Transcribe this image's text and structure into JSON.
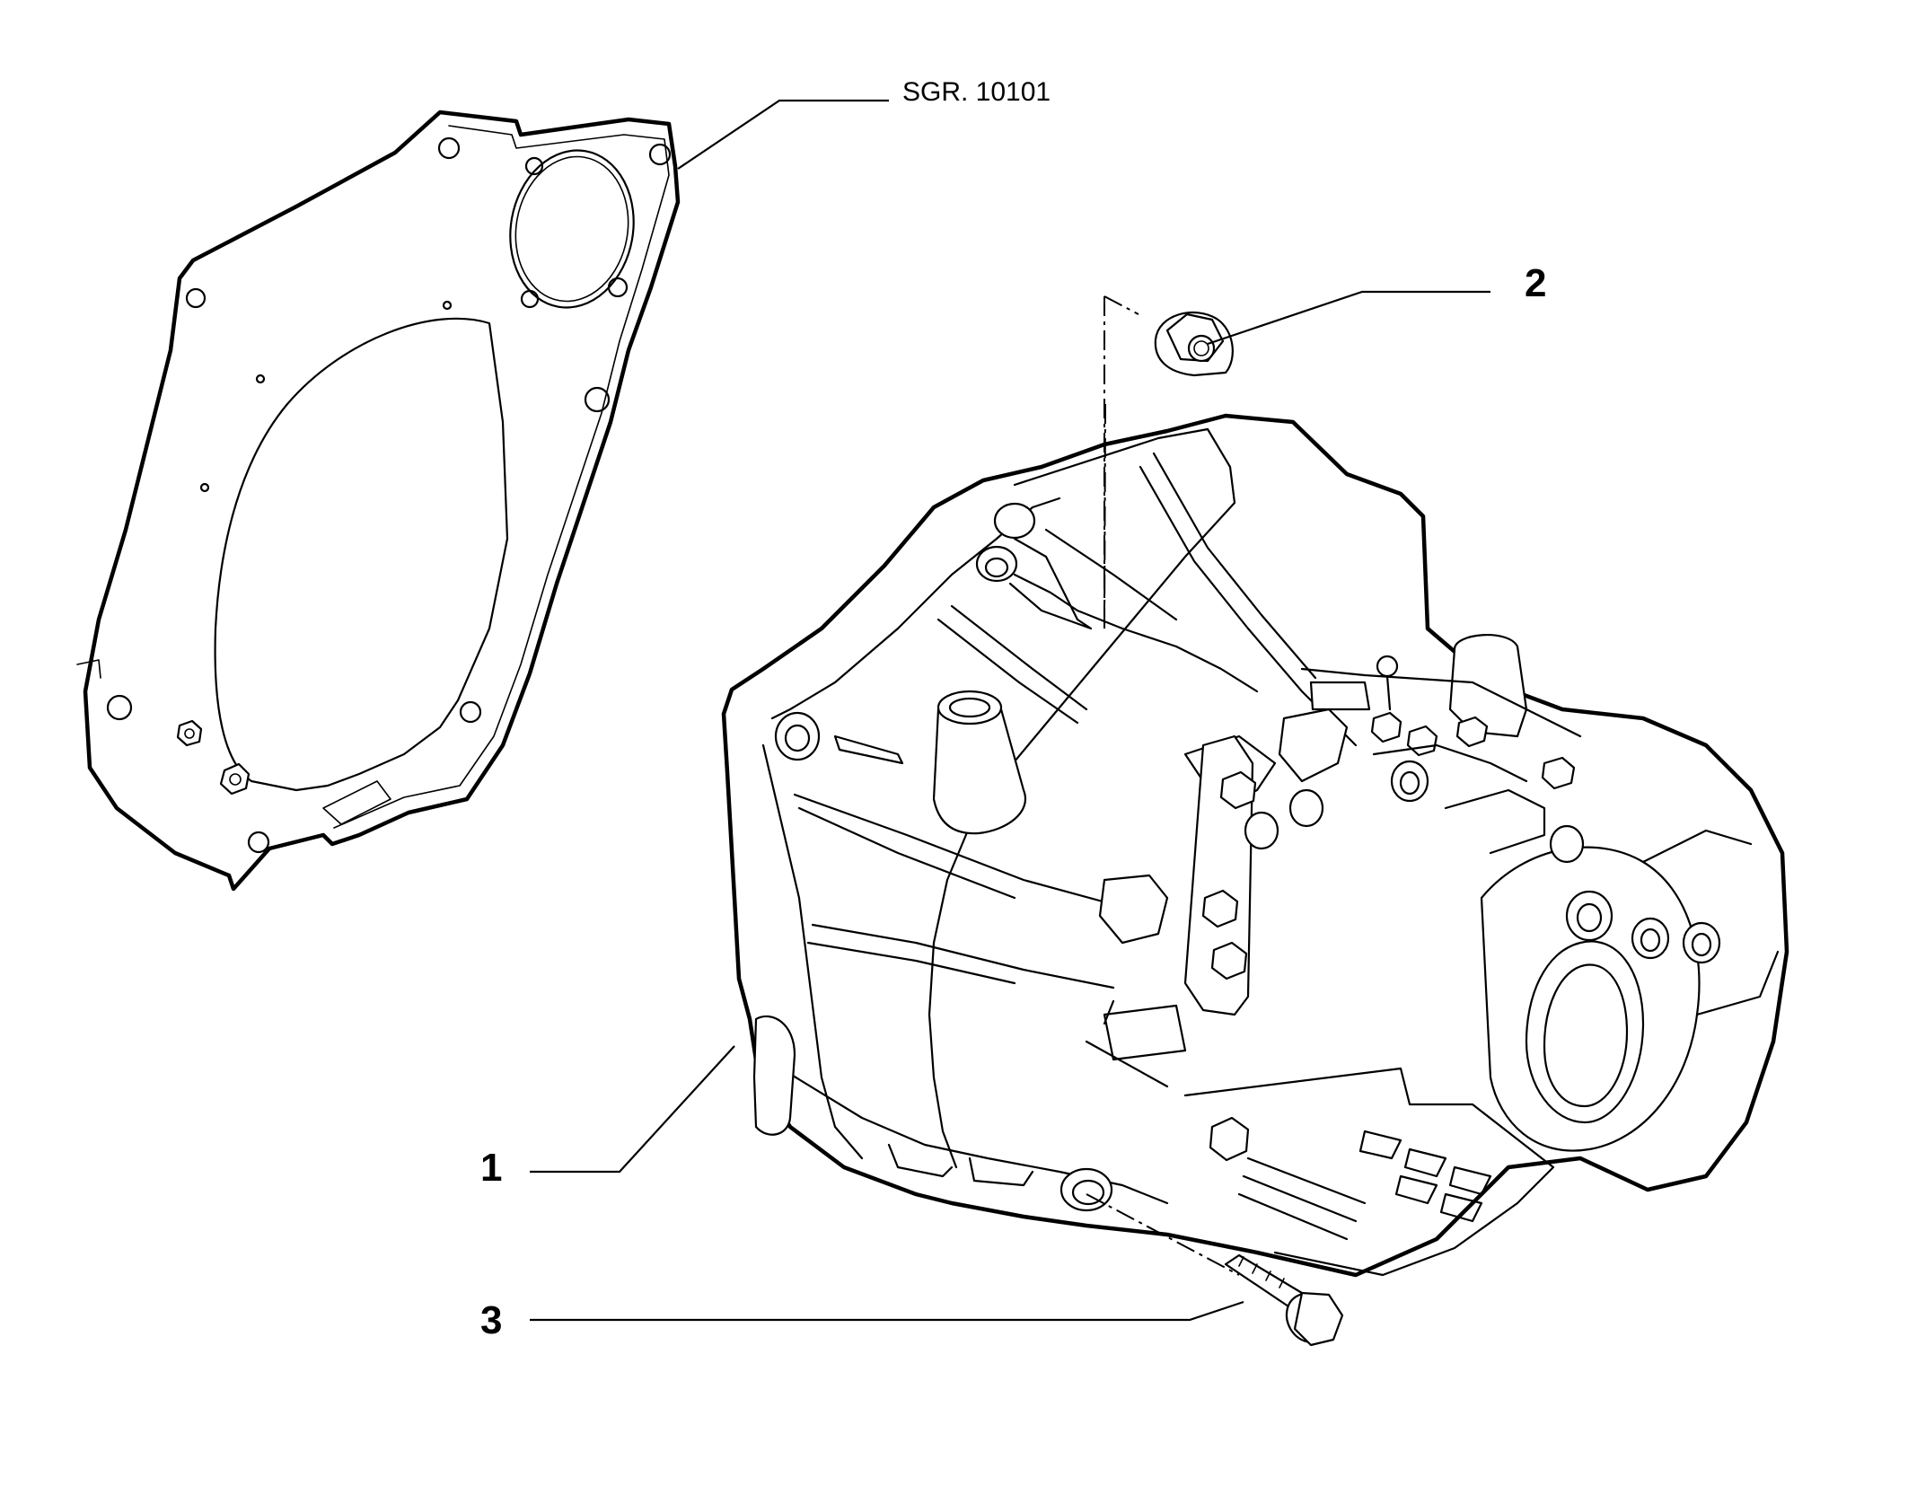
{
  "reference_label": "SGR. 10101",
  "callouts": [
    {
      "number": "1",
      "part": "gearbox-assembly"
    },
    {
      "number": "2",
      "part": "flange-nut"
    },
    {
      "number": "3",
      "part": "flange-bolt"
    }
  ],
  "line_color": "#000000",
  "background_color": "#ffffff"
}
